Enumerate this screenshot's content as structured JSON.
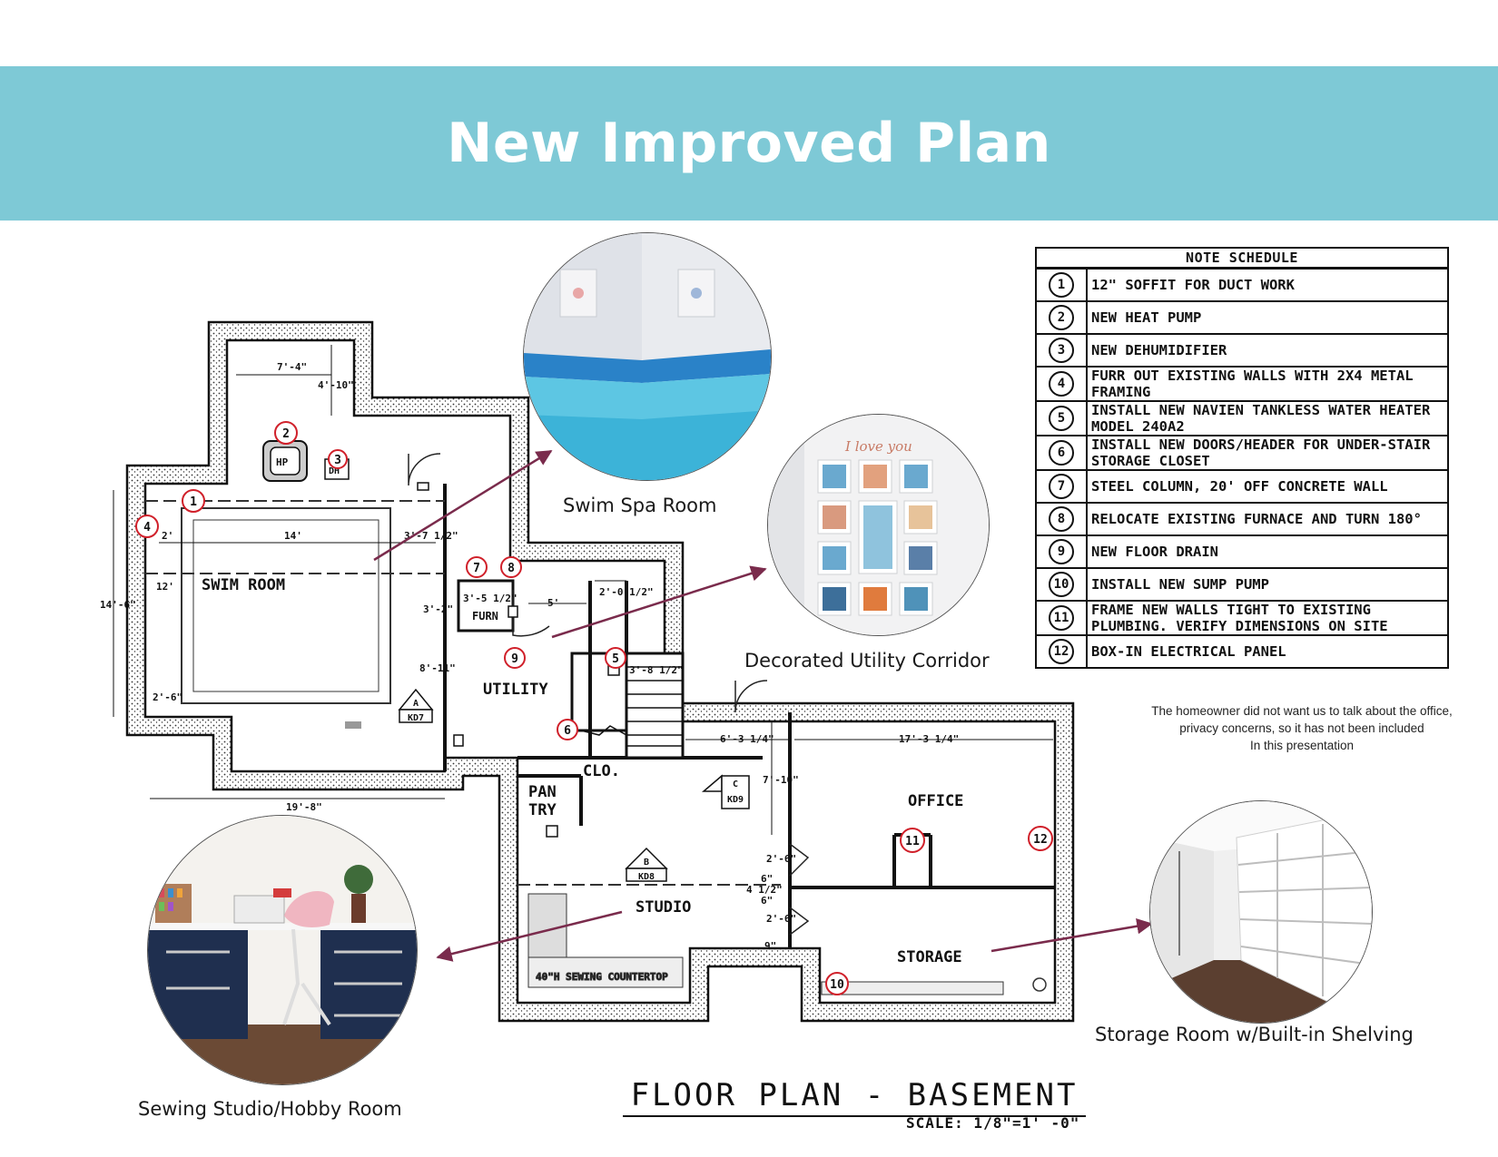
{
  "header": {
    "title": "New Improved Plan"
  },
  "captions": {
    "swim": "Swim Spa Room",
    "corridor": "Decorated Utility Corridor",
    "sewing": "Sewing Studio/Hobby Room",
    "storage": "Storage Room w/Built-in Shelving"
  },
  "note_schedule": {
    "title": "NOTE SCHEDULE",
    "items": [
      {
        "n": "1",
        "text": "12\" SOFFIT FOR DUCT WORK"
      },
      {
        "n": "2",
        "text": "NEW HEAT PUMP"
      },
      {
        "n": "3",
        "text": "NEW DEHUMIDIFIER"
      },
      {
        "n": "4",
        "text": "FURR OUT EXISTING WALLS WITH 2X4 METAL FRAMING"
      },
      {
        "n": "5",
        "text": "INSTALL NEW NAVIEN TANKLESS WATER HEATER MODEL 240A2"
      },
      {
        "n": "6",
        "text": "INSTALL NEW DOORS/HEADER FOR UNDER-STAIR STORAGE CLOSET"
      },
      {
        "n": "7",
        "text": "STEEL COLUMN, 20' OFF CONCRETE WALL"
      },
      {
        "n": "8",
        "text": "RELOCATE EXISTING FURNACE AND TURN 180°"
      },
      {
        "n": "9",
        "text": "NEW FLOOR DRAIN"
      },
      {
        "n": "10",
        "text": "INSTALL NEW SUMP PUMP"
      },
      {
        "n": "11",
        "text": "FRAME NEW WALLS TIGHT TO EXISTING PLUMBING. VERIFY DIMENSIONS ON SITE"
      },
      {
        "n": "12",
        "text": "BOX-IN ELECTRICAL PANEL"
      }
    ]
  },
  "disclaimer": {
    "line1": "The homeowner did not want us to talk about the office,",
    "line2": "privacy concerns, so it has not been included",
    "line3": "In this presentation"
  },
  "floor_plan": {
    "title": "FLOOR PLAN - BASEMENT",
    "scale": "SCALE: 1/8\"=1' -0\"",
    "rooms": {
      "swim": "SWIM ROOM",
      "utility": "UTILITY",
      "furn": "FURN",
      "clo": "CLO.",
      "pantry_1": "PAN",
      "pantry_2": "TRY",
      "office": "OFFICE",
      "studio": "STUDIO",
      "storage": "STORAGE",
      "countertop": "40\"H SEWING COUNTERTOP",
      "hp": "HP",
      "dh": "DH"
    },
    "dimensions": {
      "d1": "7'-4\"",
      "d2": "4'-10\"",
      "d3": "14'",
      "d4": "3'-7 1/2\"",
      "d5": "2'",
      "d6": "12'",
      "d7": "14'-6\"",
      "d8": "2'-6\"",
      "d9": "19'-8\"",
      "d10": "3'-5 1/2\"",
      "d11": "5'",
      "d12": "2'-0 1/2\"",
      "d13": "3'-2\"",
      "d14": "8'-11\"",
      "d15": "3'-8 1/2\"",
      "d16": "6'-3 1/4\"",
      "d17": "17'-3 1/4\"",
      "d18": "7'-10\"",
      "d19": "2'-6\"",
      "d20": "6\"",
      "d21": "4 1/2\"",
      "d22": "6\"",
      "d23": "2'-6\"",
      "d24": "9\""
    },
    "section_tags": {
      "a_letter": "A",
      "a_ref": "KD7",
      "b_letter": "B",
      "b_ref": "KD8",
      "c_letter": "C",
      "c_ref": "KD9"
    },
    "photo_text": "I love you"
  }
}
